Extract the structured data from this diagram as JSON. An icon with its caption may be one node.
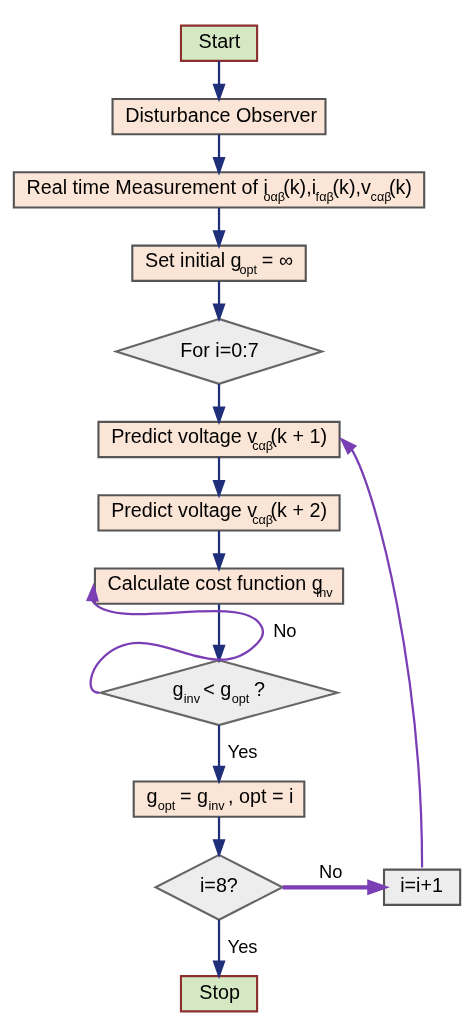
{
  "diagram": {
    "nodes": [
      {
        "text": [
          "Start"
        ]
      },
      {
        "text": [
          "Disturbance Observer"
        ]
      },
      {
        "text": [
          "Real time Measurement of i$_{oαβ}$(k),i$_{fαβ}$(k),v$_{cαβ}$(k)"
        ]
      },
      {
        "text": [
          "Set initial g$_{opt}$ = ∞"
        ]
      },
      {
        "text": [
          "For i=0:7"
        ]
      },
      {
        "text": [
          "Predict voltage v$_{cαβ}$(k + 1)"
        ]
      },
      {
        "text": [
          "Predict voltage v$_{cαβ}$(k + 2)"
        ]
      },
      {
        "text": [
          "Calculate cost function g$_{inv}$"
        ]
      },
      {
        "text": [
          "g$_{inv}$ < g$_{opt}$ ?"
        ]
      },
      {
        "text": [
          "g$_{opt}$ = g$_{inv}$ , opt = i"
        ]
      },
      {
        "text": [
          "i=8?"
        ]
      },
      {
        "text": [
          "i=i+1"
        ]
      },
      {
        "text": [
          "Stop"
        ]
      }
    ],
    "edges": [
      {
        "from": 0,
        "to": 1,
        "arrow": "to"
      },
      {
        "from": 1,
        "to": 2,
        "arrow": "to"
      },
      {
        "from": 2,
        "to": 3,
        "arrow": "to"
      },
      {
        "from": 3,
        "to": 4,
        "arrow": "to"
      },
      {
        "from": 4,
        "to": 5,
        "arrow": "to"
      },
      {
        "from": 5,
        "to": 6,
        "arrow": "to"
      },
      {
        "from": 6,
        "to": 7,
        "arrow": "to"
      },
      {
        "from": 7,
        "to": 8,
        "arrow": "to"
      },
      {
        "from": 8,
        "to": 7,
        "arrow": "to",
        "label": "No",
        "color": "#7b3fb5"
      },
      {
        "from": 8,
        "to": 9,
        "arrow": "to",
        "label": "Yes"
      },
      {
        "from": 9,
        "to": 10,
        "arrow": "to"
      },
      {
        "from": 10,
        "to": 11,
        "arrow": "to",
        "label": "No",
        "color": "#7b3fb5",
        "style": "thick"
      },
      {
        "from": 11,
        "to": 5,
        "arrow": "to",
        "color": "#7b3fb5"
      },
      {
        "from": 10,
        "to": 12,
        "arrow": "to",
        "label": "Yes"
      }
    ]
  }
}
